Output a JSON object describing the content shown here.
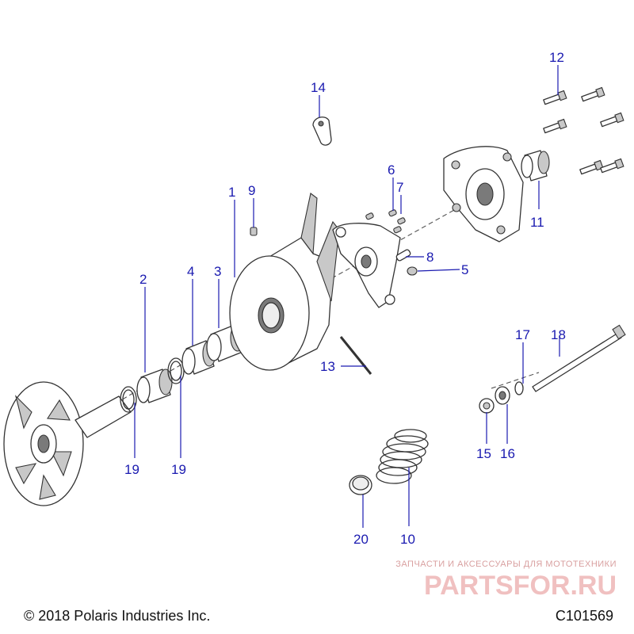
{
  "diagram": {
    "callouts": [
      {
        "id": "1",
        "label": "1"
      },
      {
        "id": "2",
        "label": "2"
      },
      {
        "id": "3",
        "label": "3"
      },
      {
        "id": "4",
        "label": "4"
      },
      {
        "id": "5",
        "label": "5"
      },
      {
        "id": "6",
        "label": "6"
      },
      {
        "id": "7",
        "label": "7"
      },
      {
        "id": "8",
        "label": "8"
      },
      {
        "id": "9",
        "label": "9"
      },
      {
        "id": "10",
        "label": "10"
      },
      {
        "id": "11",
        "label": "11"
      },
      {
        "id": "12",
        "label": "12"
      },
      {
        "id": "13",
        "label": "13"
      },
      {
        "id": "14",
        "label": "14"
      },
      {
        "id": "15",
        "label": "15"
      },
      {
        "id": "16",
        "label": "16"
      },
      {
        "id": "17",
        "label": "17"
      },
      {
        "id": "18",
        "label": "18"
      },
      {
        "id": "19a",
        "label": "19"
      },
      {
        "id": "19b",
        "label": "19"
      },
      {
        "id": "20",
        "label": "20"
      }
    ]
  },
  "footer": {
    "copyright": "© 2018 Polaris Industries Inc.",
    "diagram_id": "C101569"
  },
  "watermark": {
    "tagline": "ЗАПЧАСТИ И АКСЕССУАРЫ ДЛЯ МОТОТЕХНИКИ",
    "brand": "PARTSFOR.RU"
  }
}
